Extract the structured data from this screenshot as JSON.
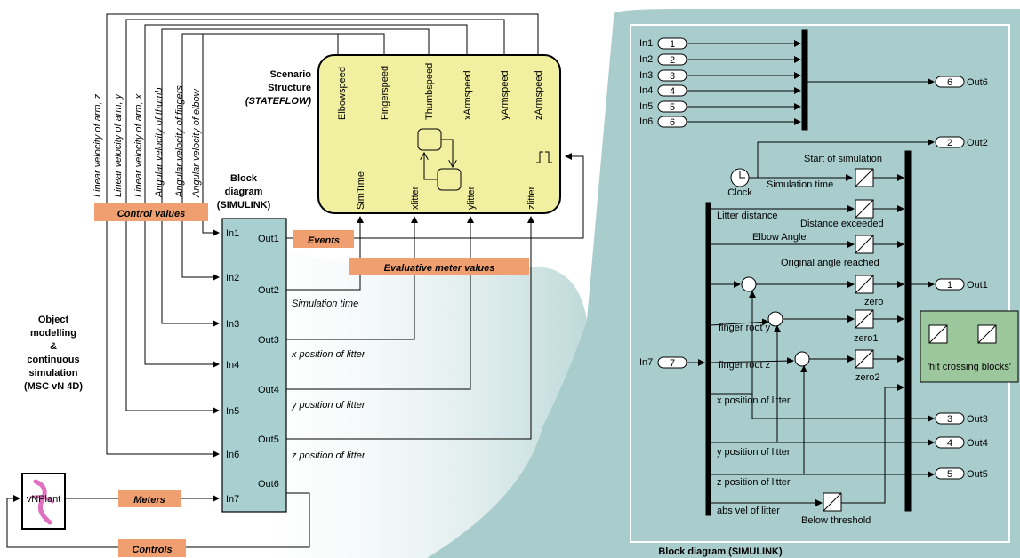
{
  "velocity_labels": [
    "Linear velocity of arm, z",
    "Linear velocity of arm, y",
    "Linear velocity of arm, x",
    "Angular velocity of thumb",
    "Angular velocity of fingers",
    "Angular velocity of elbow"
  ],
  "control_values_label": "Control values",
  "block_diagram_title": [
    "Block",
    "diagram",
    "(SIMULINK)"
  ],
  "scenario_title": [
    "Scenario",
    "Structure",
    "(STATEFLOW)"
  ],
  "stateflow_inputs": [
    "Elbowspeed",
    "Fingerspeed",
    "Thumbspeed",
    "xArmspeed",
    "yArmspeed",
    "zArmspeed"
  ],
  "stateflow_outputs": [
    "SimTime",
    "xlitter",
    "ylitter",
    "zlitter"
  ],
  "block_inputs": [
    "In1",
    "In2",
    "In3",
    "In4",
    "In5",
    "In6",
    "In7"
  ],
  "block_outputs": [
    "Out1",
    "Out2",
    "Out3",
    "Out4",
    "Out5",
    "Out6"
  ],
  "output_descriptions": [
    "Simulation time",
    "x position of litter",
    "y position of litter",
    "z position of litter"
  ],
  "events_label": "Events",
  "evaluative_label": "Evaluative meter values",
  "object_modelling": [
    "Object",
    "modelling",
    "&",
    "continuous",
    "simulation",
    "(MSC vN 4D)"
  ],
  "vnplant_label": "vNPlant",
  "meters_label": "Meters",
  "controls_label": "Controls",
  "inner": {
    "in_labels": [
      "In1",
      "In2",
      "In3",
      "In4",
      "In5",
      "In6",
      "In7"
    ],
    "in_numbers": [
      "1",
      "2",
      "3",
      "4",
      "5",
      "6",
      "7"
    ],
    "out_labels": [
      "Out6",
      "Out2",
      "Out1",
      "Out3",
      "Out4",
      "Out5"
    ],
    "out_numbers": [
      "6",
      "2",
      "1",
      "3",
      "4",
      "5"
    ],
    "clock": "Clock",
    "start_of_simulation": "Start of simulation",
    "simulation_time": "Simulation time",
    "litter_distance": "Litter distance",
    "distance_exceeded": "Distance exceeded",
    "elbow_angle": "Elbow Angle",
    "original_angle_reached": "Original angle reached",
    "zero": "zero",
    "finger_root_y": "finger root y",
    "zero1": "zero1",
    "finger_root_z": "finger root z",
    "zero2": "zero2",
    "x_position": "x position of litter",
    "y_position": "y position of litter",
    "z_position": "z position of litter",
    "abs_vel": "abs vel of litter",
    "below_threshold": "Below threshold",
    "hit_crossing": "'hit crossing blocks'"
  },
  "bottom_title": "Block diagram (SIMULINK)",
  "colors": {
    "teal_panel": "#a9cdcd",
    "block_fill": "#a8d0d0",
    "stateflow_fill": "#f0f0a0",
    "orange_label": "#f0a070",
    "green_box": "#9cc79c"
  }
}
